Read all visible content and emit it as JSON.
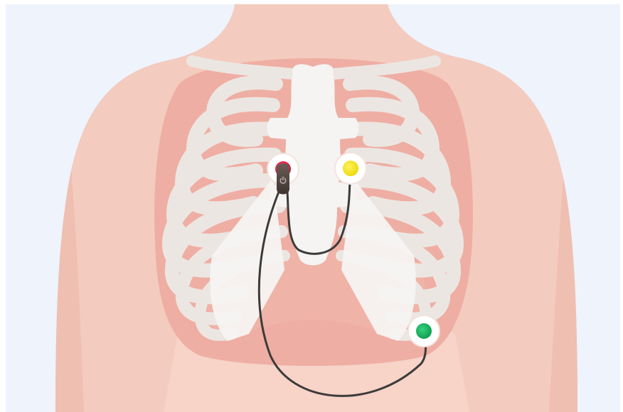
{
  "illustration": {
    "subject": "torso-with-rib-cage",
    "device": "ecg-recorder",
    "electrodes": [
      {
        "id": "electrode-red",
        "color": "#e5173f"
      },
      {
        "id": "electrode-yellow",
        "color": "#f2e21a"
      },
      {
        "id": "electrode-green",
        "color": "#1fb864"
      }
    ],
    "icons": {
      "power": "power-icon"
    },
    "colors": {
      "background": "#eef3fc",
      "skin": "#f4cbbf",
      "skin_dark": "#eebcae",
      "chest_inner": "#efaea3",
      "bone": "#efece9",
      "bone_light": "#f5f4f2",
      "lead_wire": "#3d3b3a",
      "device": "#5a4a46"
    }
  }
}
